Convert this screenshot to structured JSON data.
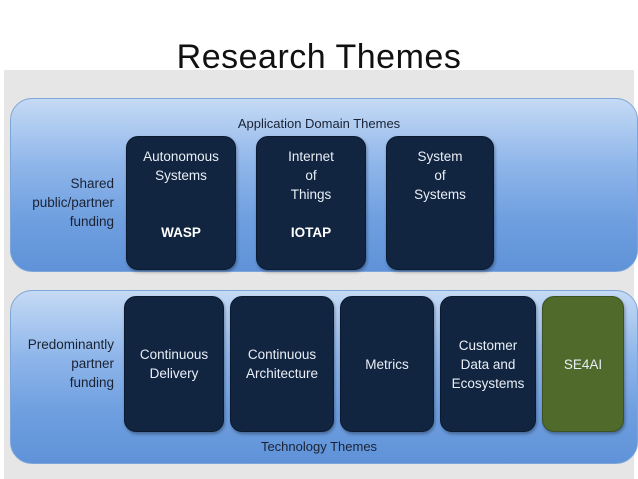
{
  "title": "Research Themes",
  "application_band": {
    "title": "Application Domain Themes",
    "side_label": [
      "Shared",
      "public/partner",
      "funding"
    ],
    "boxes": [
      {
        "name": [
          "Autonomous",
          "Systems"
        ],
        "tag": "WASP"
      },
      {
        "name": [
          "Internet",
          "of",
          "Things"
        ],
        "tag": "IOTAP"
      },
      {
        "name": [
          "System",
          "of",
          "Systems"
        ],
        "tag": ""
      }
    ]
  },
  "technology_band": {
    "title": "Technology Themes",
    "side_label": [
      "Predominantly",
      "partner",
      "funding"
    ],
    "boxes": [
      {
        "name": [
          "Continuous",
          "Delivery"
        ],
        "color": "#112540"
      },
      {
        "name": [
          "Continuous",
          "Architecture"
        ],
        "color": "#112540"
      },
      {
        "name": [
          "Metrics"
        ],
        "color": "#112540"
      },
      {
        "name": [
          "Customer",
          "Data and",
          "Ecosystems"
        ],
        "color": "#112540"
      },
      {
        "name": [
          "SE4AI"
        ],
        "color": "#4f6a2a"
      }
    ]
  }
}
